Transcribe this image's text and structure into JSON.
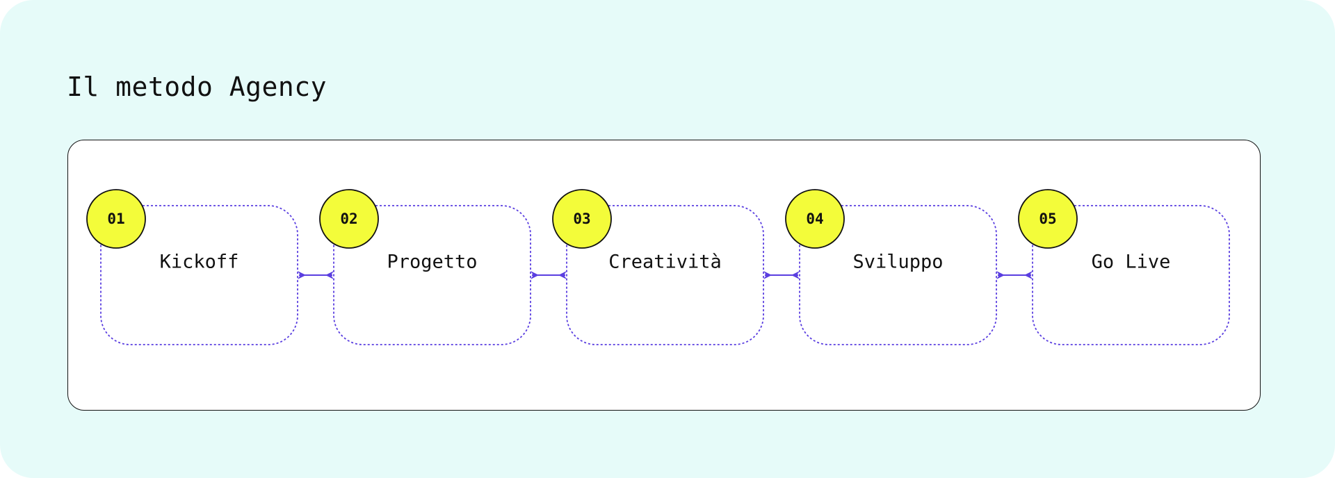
{
  "title": "Il metodo Agency",
  "colors": {
    "background": "#e6fbf9",
    "panel": "#ffffff",
    "panel_border": "#111111",
    "dashed_border": "#5a3ee0",
    "badge_fill": "#f3fc3a",
    "badge_stroke": "#111111",
    "connector": "#5a3ee0",
    "text": "#111111"
  },
  "steps": [
    {
      "number": "01",
      "label": "Kickoff"
    },
    {
      "number": "02",
      "label": "Progetto"
    },
    {
      "number": "03",
      "label": "Creatività"
    },
    {
      "number": "04",
      "label": "Sviluppo"
    },
    {
      "number": "05",
      "label": "Go Live"
    }
  ]
}
